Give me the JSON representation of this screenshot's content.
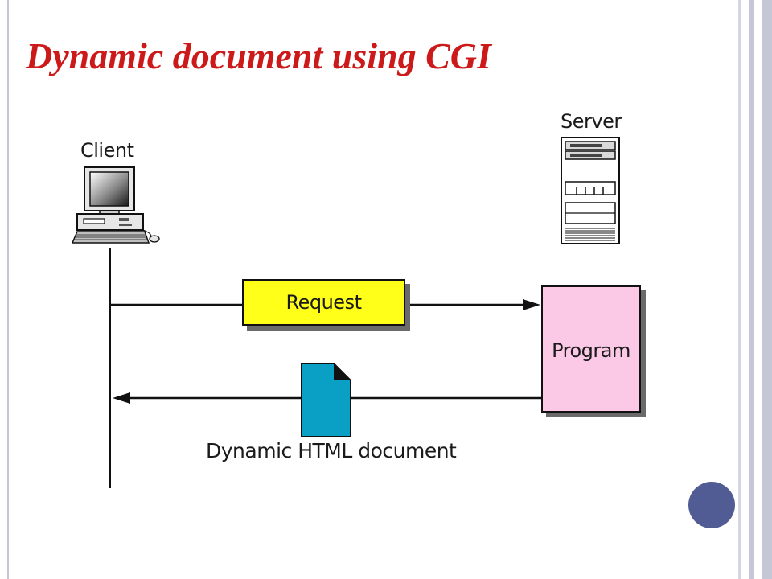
{
  "slide": {
    "title": "Dynamic document using CGI"
  },
  "diagram": {
    "client_label": "Client",
    "server_label": "Server",
    "request_label": "Request",
    "program_label": "Program",
    "document_label": "Dynamic HTML document"
  },
  "colors": {
    "title": "#cc1a1a",
    "request_box": "#ffff1a",
    "program_box": "#fbc8e6",
    "document_icon": "#0aa0c6",
    "accent_circle": "#515b94",
    "side_bands": "#c6c7d6"
  },
  "icons": {
    "client": "desktop-computer-icon",
    "server": "server-tower-icon",
    "document": "document-icon"
  }
}
